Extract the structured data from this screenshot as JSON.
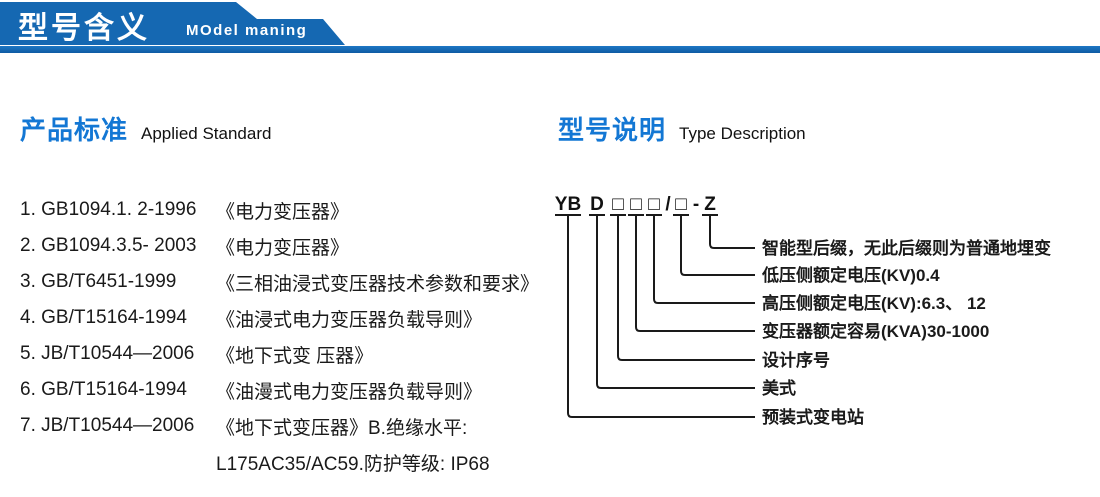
{
  "header": {
    "title_zh": "型号含义",
    "title_en": "MOdel maning"
  },
  "left": {
    "heading_zh": "产品标准",
    "heading_en": "Applied Standard",
    "standards": [
      {
        "code": "1. GB1094.1. 2-1996",
        "title": "《电力变压器》"
      },
      {
        "code": "2. GB1094.3.5- 2003",
        "title": "《电力变压器》"
      },
      {
        "code": "3. GB/T6451-1999",
        "title": "《三相油浸式变压器技术参数和要求》"
      },
      {
        "code": "4. GB/T15164-1994",
        "title": "《油浸式电力变压器负载导则》"
      },
      {
        "code": "5. JB/T10544—2006",
        "title": "《地下式变 压器》"
      },
      {
        "code": "6. GB/T15164-1994",
        "title": "《油漫式电力变压器负载导则》"
      },
      {
        "code": "7. JB/T10544—2006",
        "title": "《地下式变压器》B.绝缘水平:"
      },
      {
        "code": "",
        "title": "L175AC35/AC59.防护等级: IP68"
      }
    ]
  },
  "right": {
    "heading_zh": "型号说明",
    "heading_en": "Type Description",
    "model_code": {
      "segments": [
        "YB",
        "D",
        "□",
        "□",
        "□",
        "/",
        "□",
        "-",
        "Z"
      ]
    },
    "labels": [
      "智能型后缀，无此后缀则为普通地埋变",
      "低压侧额定电压(KV)0.4",
      "高压侧额定电压(KV):6.3、 12",
      "变压器额定容易(KVA)30-1000",
      "设计序号",
      "美式",
      "预装式变电站"
    ]
  },
  "colors": {
    "banner_blue": "#1568b2",
    "heading_blue": "#1377d4",
    "text_black": "#1a1a1a"
  }
}
